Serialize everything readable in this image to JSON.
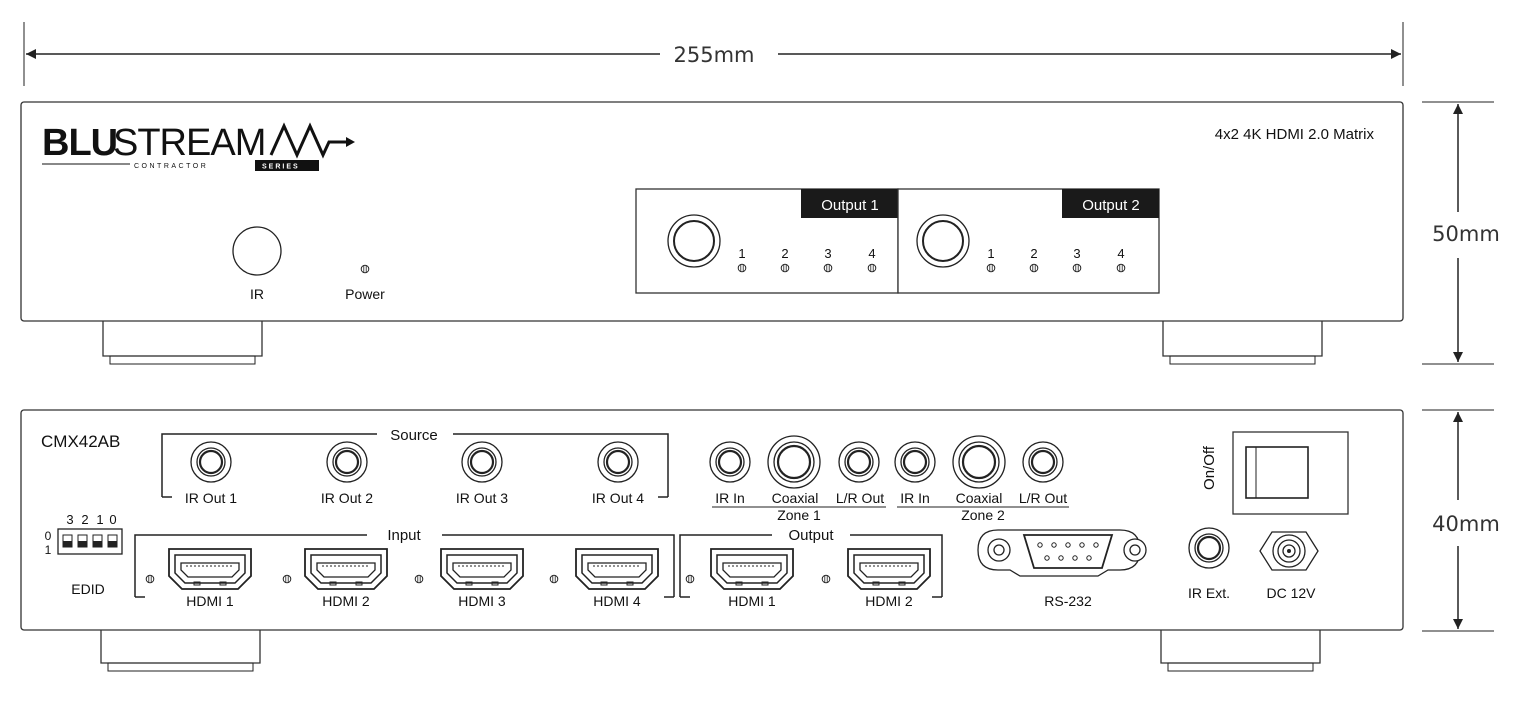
{
  "dimensions": {
    "width": "255mm",
    "front_height": "50mm",
    "rear_height": "40mm"
  },
  "front": {
    "brand_bold": "BLU",
    "brand_light": "STREAM",
    "brand_sub1": "CONTRACTOR",
    "brand_sub2": "SERIES",
    "model_title": "4x2 4K HDMI 2.0 Matrix",
    "ir_label": "IR",
    "power_label": "Power",
    "output_boxes": [
      {
        "label": "Output 1",
        "inputs": [
          "1",
          "2",
          "3",
          "4"
        ]
      },
      {
        "label": "Output 2",
        "inputs": [
          "1",
          "2",
          "3",
          "4"
        ]
      }
    ]
  },
  "rear": {
    "model": "CMX42AB",
    "source_label": "Source",
    "ir_outs": [
      "IR Out 1",
      "IR Out 2",
      "IR Out 3",
      "IR Out 4"
    ],
    "zone1": {
      "jacks": [
        "IR In",
        "Coaxial",
        "L/R Out"
      ],
      "label": "Zone 1"
    },
    "zone2": {
      "jacks": [
        "IR In",
        "Coaxial",
        "L/R Out"
      ],
      "label": "Zone 2"
    },
    "onoff_label": "On/Off",
    "edid": {
      "bits": [
        "3",
        "2",
        "1",
        "0"
      ],
      "rows": [
        "0",
        "1"
      ],
      "label": "EDID"
    },
    "input_label": "Input",
    "hdmi_inputs": [
      "HDMI 1",
      "HDMI 2",
      "HDMI 3",
      "HDMI 4"
    ],
    "output_label": "Output",
    "hdmi_outputs": [
      "HDMI 1",
      "HDMI 2"
    ],
    "rs232_label": "RS-232",
    "irext_label": "IR Ext.",
    "dc_label": "DC 12V"
  }
}
